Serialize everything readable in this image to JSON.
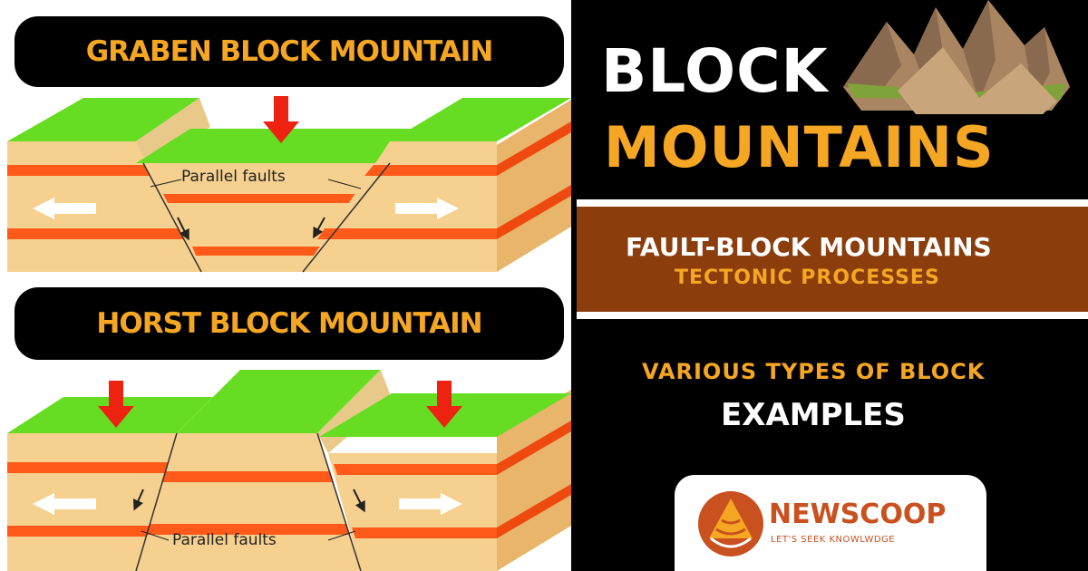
{
  "left_panel": {
    "graben_title": "GRABEN BLOCK MOUNTAIN",
    "graben_fault_label": "Parallel faults",
    "horst_title": "HORST BLOCK MOUNTAIN",
    "horst_fault_label": "Parallel faults"
  },
  "right_panel": {
    "title_line1": "BLOCK",
    "title_line2": "MOUNTAINS",
    "band_line1": "FAULT-BLOCK MOUNTAINS",
    "band_line2": "TECTONIC PROCESSES",
    "types_line": "VARIOUS TYPES OF BLOCK",
    "examples_line": "EXAMPLES"
  },
  "logo": {
    "brand": "NEWSCOOP",
    "tagline": "LET'S SEEK KNOWLWDGE"
  },
  "icons": [
    "mountain-icon",
    "newscoop-logo-icon",
    "arrow-down-icon",
    "arrow-left-icon",
    "arrow-right-icon"
  ],
  "colors": {
    "accent_orange": "#f5a623",
    "band_brown": "#8b3d0c",
    "grass_green": "#66dd22",
    "rock_tan": "#f6d08f",
    "stratum_red": "#ff5a1a",
    "arrow_red": "#ee2211",
    "brand_orange": "#c9501f"
  }
}
